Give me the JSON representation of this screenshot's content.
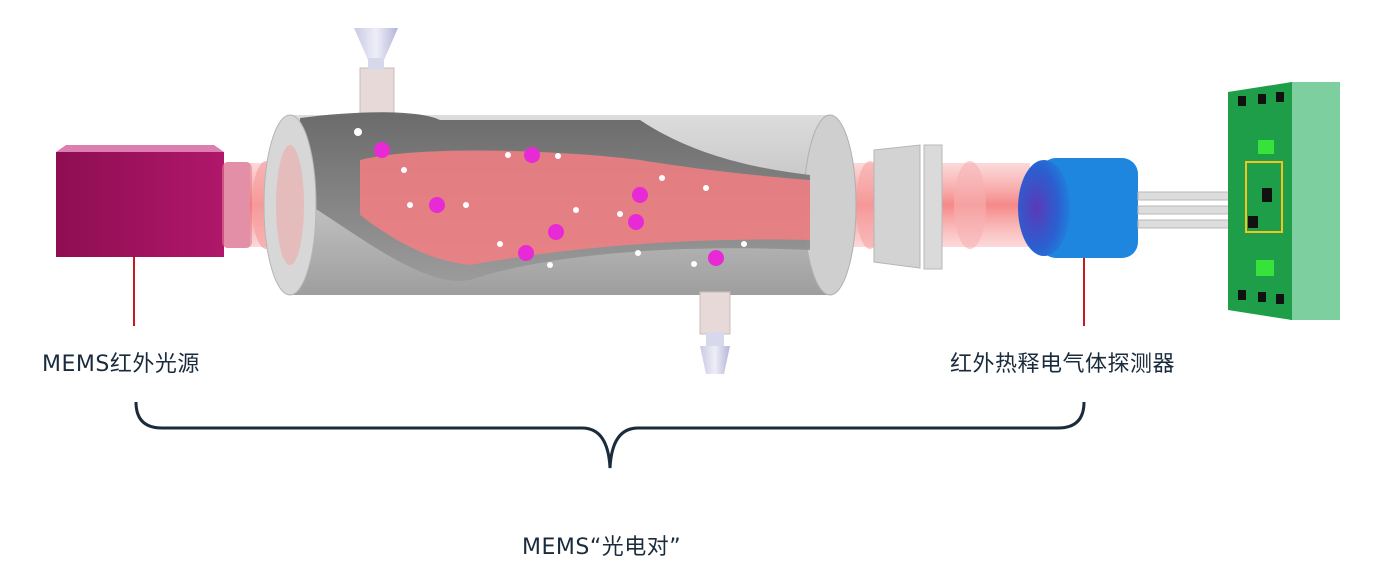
{
  "labels": {
    "source": "MEMS红外光源",
    "detector": "红外热释电气体探测器",
    "pair": "MEMS“光电对”"
  },
  "colors": {
    "source_body": "#a0125e",
    "beam": "#f58a8a",
    "tube_body": "#b9b9b9",
    "tube_inner": "#8a8a8a",
    "gas_molecule": "#e829d6",
    "detector_cap": "#2277d8",
    "pcb": "#1f9e4a",
    "pcb_backing": "#7ecfa0",
    "leader_line": "#c8191e",
    "brace": "#1a2b3c"
  },
  "icons": {
    "inlet": "gas-inlet-funnel-icon",
    "outlet": "gas-outlet-funnel-icon"
  }
}
